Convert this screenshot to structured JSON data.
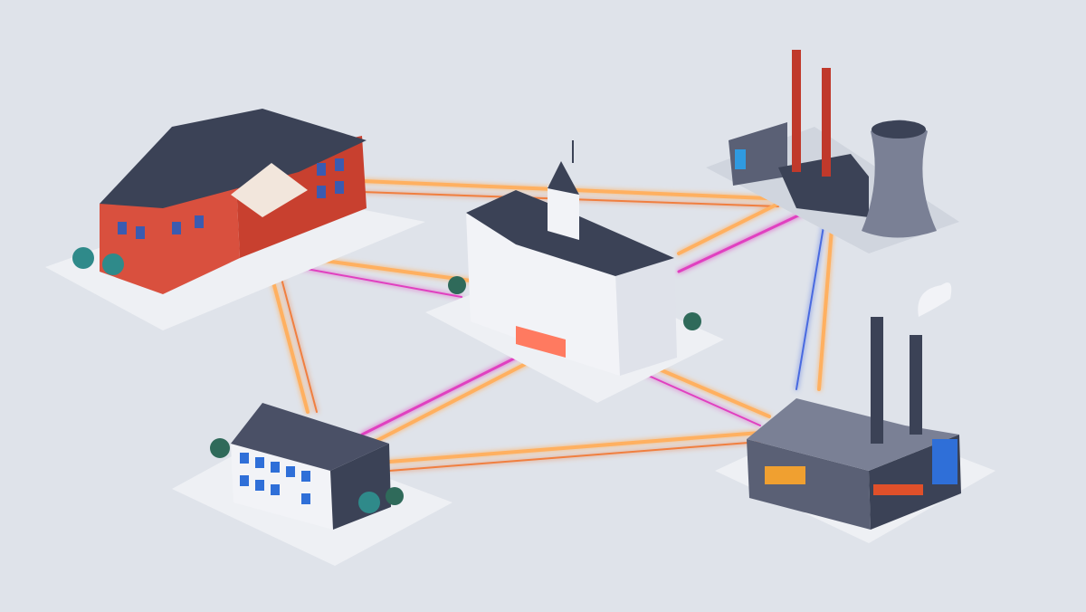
{
  "scene": {
    "kind": "isometric illustration",
    "colors": {
      "background": "#dfe3ea",
      "base_plate": "#eef0f4",
      "roof": "#3b4256",
      "brick": "#d9503e",
      "white_building": "#f2f3f7",
      "factory": "#5a6075",
      "window_blue": "#2f6fd8",
      "link_orange": "#ffb060",
      "link_magenta": "#e040c0",
      "link_blue": "#4a6ae0"
    },
    "buildings": [
      {
        "name": "brick-school"
      },
      {
        "name": "city-hall"
      },
      {
        "name": "power-plant"
      },
      {
        "name": "office-building"
      },
      {
        "name": "factory"
      }
    ]
  }
}
